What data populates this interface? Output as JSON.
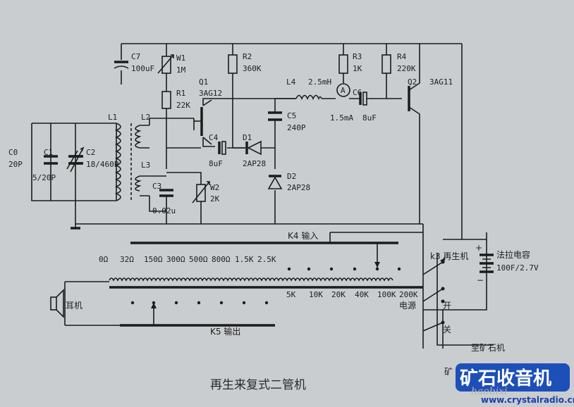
{
  "title": "再生来复式二管机",
  "components": {
    "C0": {
      "ref": "C0",
      "value": "20P"
    },
    "C1": {
      "ref": "C1",
      "value": "5/20P"
    },
    "C2": {
      "ref": "C2",
      "value": "18/460P"
    },
    "C7": {
      "ref": "C7",
      "value": "100uF"
    },
    "W1": {
      "ref": "W1",
      "value": "1M"
    },
    "R1": {
      "ref": "R1",
      "value": "22K"
    },
    "Q1": {
      "ref": "Q1",
      "value": "3AG12"
    },
    "R2": {
      "ref": "R2",
      "value": "360K"
    },
    "L1": {
      "ref": "L1"
    },
    "L2": {
      "ref": "L2"
    },
    "L3": {
      "ref": "L3"
    },
    "C3": {
      "ref": "C3",
      "value": "0.02u"
    },
    "W2": {
      "ref": "W2",
      "value": "2K"
    },
    "C4": {
      "ref": "C4",
      "value": "8uF"
    },
    "D1": {
      "ref": "D1",
      "value": "2AP28"
    },
    "C5": {
      "ref": "C5",
      "value": "240P"
    },
    "D2": {
      "ref": "D2",
      "value": "2AP28"
    },
    "L4": {
      "ref": "L4",
      "value": "2.5mH"
    },
    "R3": {
      "ref": "R3",
      "value": "1K"
    },
    "meter": {
      "symbol": "A",
      "value": "1.5mA"
    },
    "C6": {
      "ref": "C6",
      "value": "8uF"
    },
    "R4": {
      "ref": "R4",
      "value": "220K"
    },
    "Q2": {
      "ref": "Q2",
      "value": "3AG11"
    }
  },
  "switches": {
    "k4": "K4 输入",
    "k5": "K5 输出",
    "k3": "k3 再生机",
    "power": "电源",
    "on": "开",
    "off": "关",
    "crystal": "至矿石机",
    "crystal2": "矿"
  },
  "earphone": "耳机",
  "supercap": {
    "label": "法拉电容",
    "value": "100F/2.7V",
    "plus": "+",
    "minus": "−"
  },
  "upper_taps": [
    "0Ω",
    "32Ω",
    "150Ω",
    "300Ω",
    "500Ω",
    "800Ω",
    "1.5K",
    "2.5K"
  ],
  "lower_taps": [
    "5K",
    "10K",
    "20K",
    "40K",
    "100K",
    "200K"
  ],
  "branding": {
    "logo": "矿石收音机",
    "url": "www.crystalradio.cn",
    "watermark": "haobixi"
  }
}
